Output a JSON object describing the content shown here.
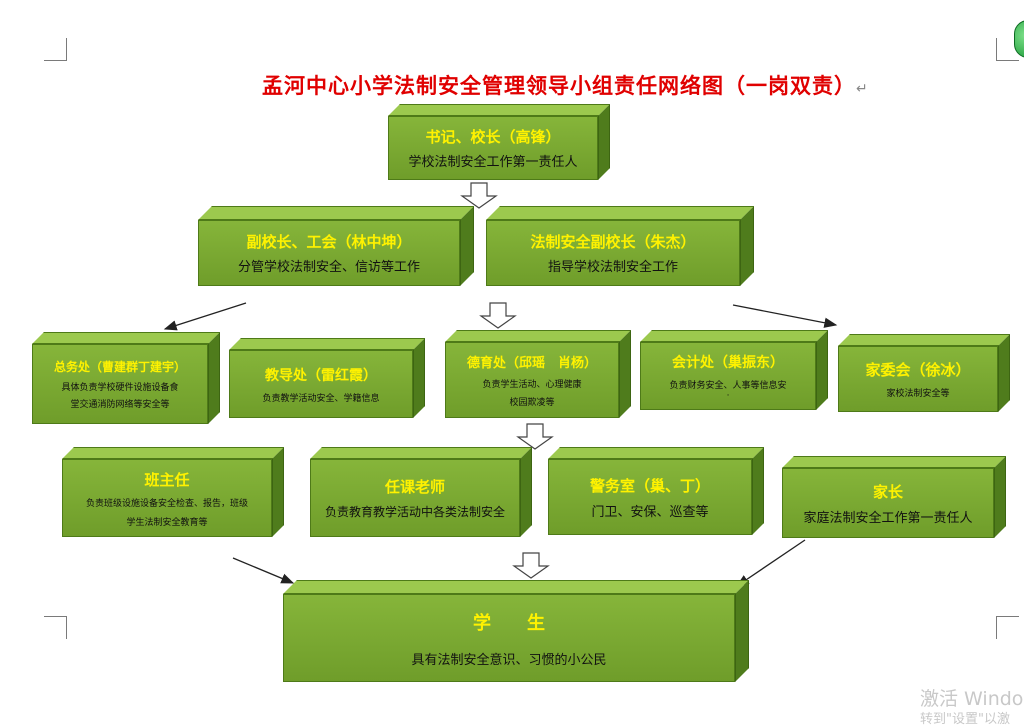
{
  "title": "孟河中心小学法制安全管理领导小组责任网络图（一岗双责）",
  "title_mark": "↵",
  "nodes": {
    "principal": {
      "name": "书记、校长（高锋）",
      "desc": "学校法制安全工作第一责任人"
    },
    "vp_union": {
      "name": "副校长、工会（林中坤）",
      "desc": "分管学校法制安全、信访等工作"
    },
    "vp_legal": {
      "name": "法制安全副校长（朱杰）",
      "desc": "指导学校法制安全工作"
    },
    "general_affairs": {
      "name": "总务处（曹建群丁建宇）",
      "desc1": "具体负责学校硬件设施设备食",
      "desc2": "堂交通消防网络等安全等"
    },
    "academic": {
      "name": "教导处（雷红霞）",
      "desc1": "负责教学活动安全、学籍信息",
      "desc2": ""
    },
    "moral": {
      "name": "德育处（邱瑶　肖杨）",
      "desc1": "负责学生活动、心理健康",
      "desc2": "校园欺凌等"
    },
    "accounting": {
      "name": "会计处（巢振东）",
      "desc1": "负责财务安全、人事等信息安",
      "desc2": "·"
    },
    "parents_committee": {
      "name": "家委会（徐冰）",
      "desc1": "家校法制安全等",
      "desc2": ""
    },
    "head_teacher": {
      "name": "班主任",
      "desc1": "负责班级设施设备安全检查、报告，班级",
      "desc2": "学生法制安全教育等"
    },
    "subject_teacher": {
      "name": "任课老师",
      "desc1": "负责教育教学活动中各类法制安全",
      "desc2": ""
    },
    "police": {
      "name": "警务室（巢、丁）",
      "desc1": "门卫、安保、巡查等",
      "desc2": ""
    },
    "parents": {
      "name": "家长",
      "desc1": "家庭法制安全工作第一责任人",
      "desc2": ""
    },
    "students": {
      "name": "学　　生",
      "desc": "具有法制安全意识、习惯的小公民"
    }
  },
  "watermark": {
    "line1": "激活 Windo",
    "line2": "转到\"设置\"以激"
  },
  "colors": {
    "box": "#7aab33",
    "name_text": "#fff200",
    "title": "#e00000"
  }
}
